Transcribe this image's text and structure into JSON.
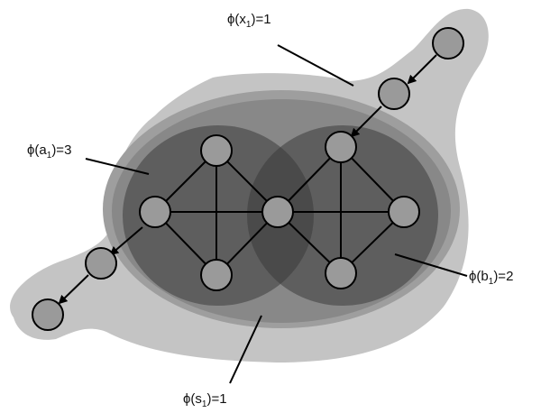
{
  "labels": {
    "x1": {
      "main": "ϕ(x",
      "sub": "1",
      "rest": ")=1"
    },
    "a1": {
      "main": "ϕ(a",
      "sub": "1",
      "rest": ")=3"
    },
    "b1": {
      "main": "ϕ(b",
      "sub": "1",
      "rest": ")=2"
    },
    "s1": {
      "main": "ϕ(s",
      "sub": "1",
      "rest": ")=1"
    }
  },
  "colors": {
    "outer_region": "#c4c4c4",
    "mid_region": "#9e9e9e",
    "inner_region": "#888888",
    "cluster": "#5e5e5e",
    "overlap": "#4a4a4a",
    "node_fill": "#9a9a9a",
    "stroke": "#000000"
  }
}
